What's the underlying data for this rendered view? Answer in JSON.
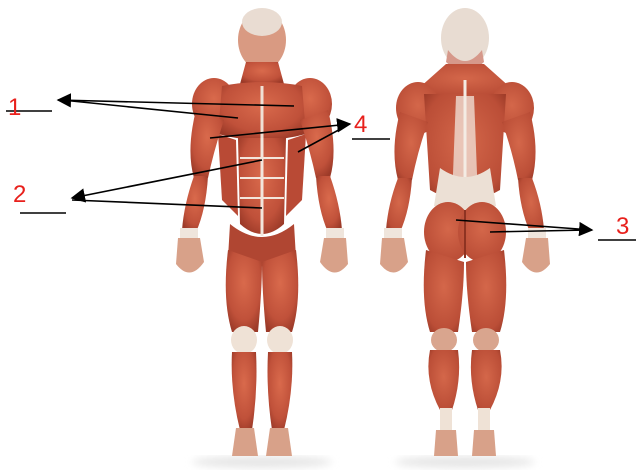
{
  "colors": {
    "label": "#e8201c",
    "skin": "#eec4a8",
    "muscle": "#c9573b",
    "muscle_dark": "#9e3b27",
    "tendon": "#f3ebe3",
    "line": "#000000"
  },
  "labels": [
    {
      "id": "1",
      "text": "1"
    },
    {
      "id": "2",
      "text": "2"
    },
    {
      "id": "3",
      "text": "3"
    },
    {
      "id": "4",
      "text": "4"
    }
  ]
}
